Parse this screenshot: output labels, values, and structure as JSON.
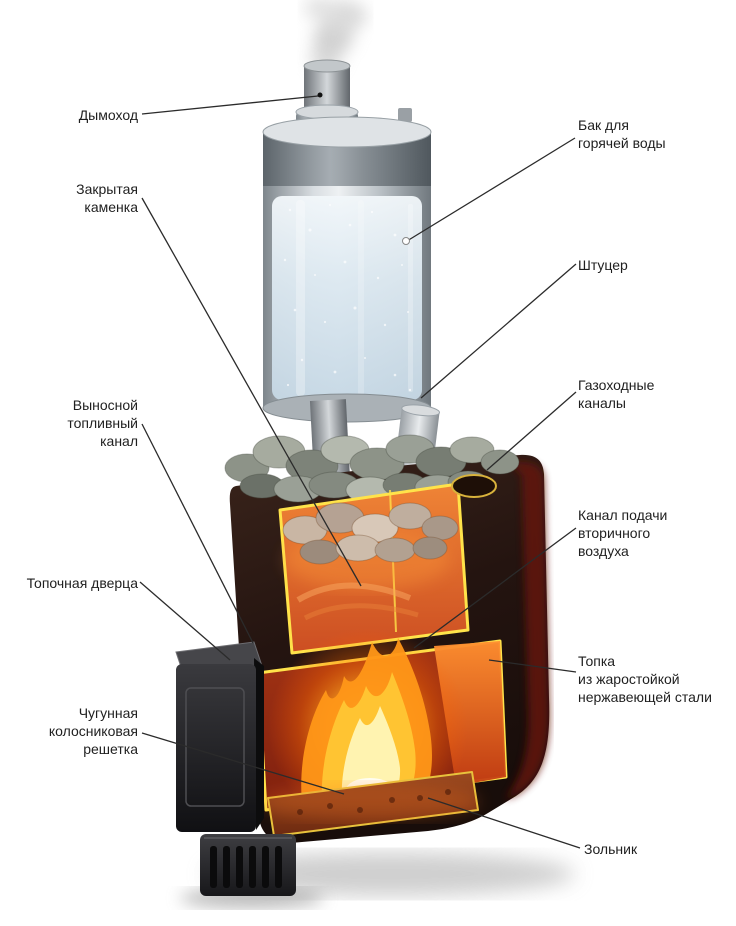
{
  "colors": {
    "background": "#ffffff",
    "label_text": "#1f1f1f",
    "leader_line": "#2b2b2b",
    "cut_edge_yellow": "#ffe34a",
    "fire_orange": "#ff9718",
    "fire_core": "#fff3b0",
    "stove_body_dark": "#241410",
    "interior_red": "#a33414",
    "tank_metal": "#c9ced2",
    "water_blue": "#dce9f1",
    "stones_gray": "#9aa096"
  },
  "labels": {
    "chimney": {
      "text": "Дымоход"
    },
    "hot_water_tank": {
      "text": "Бак для\nгорячей воды"
    },
    "closed_kamenka": {
      "text": "Закрытая\nкаменка"
    },
    "fitting": {
      "text": "Штуцер"
    },
    "flue_channels": {
      "text": "Газоходные\nканалы"
    },
    "external_fuel_channel": {
      "text": "Выносной\nтопливный\nканал"
    },
    "secondary_air_channel": {
      "text": "Канал подачи\nвторичного\nвоздуха"
    },
    "firebox_door": {
      "text": "Топочная дверца"
    },
    "firebox_steel": {
      "text": "Топка\nиз жаростойкой\nнержавеющей стали"
    },
    "cast_iron_grate": {
      "text": "Чугунная\nколосниковая\nрешетка"
    },
    "ash_pan": {
      "text": "Зольник"
    }
  }
}
